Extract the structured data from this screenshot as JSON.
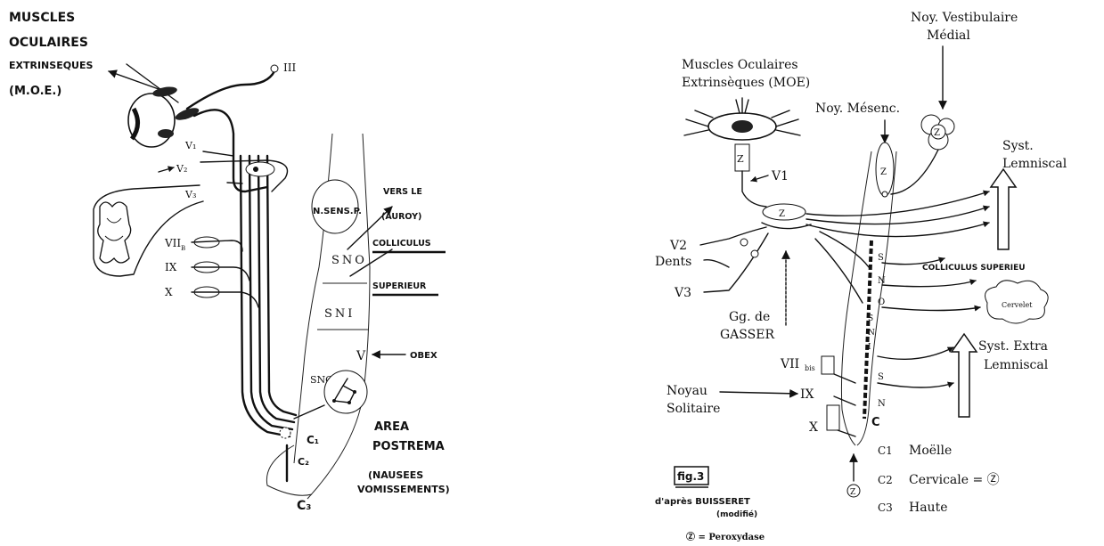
{
  "left_panel": {
    "title_line1": "MUSCLES",
    "title_line2": "OCULAIRES",
    "title_line3": "EXTRINSEQUES",
    "title_abbr": "(M.O.E.)",
    "nerve_III": "III",
    "nerve_V1": "V₁",
    "nerve_V2": "V₂",
    "nerve_V3": "V₃",
    "nerve_VIIbis": "VII",
    "nerve_VIIbis_sub": "B",
    "nerve_IX": "IX",
    "nerve_X": "X",
    "n_sens": "N.SENS.P.",
    "vers_le": "VERS LE",
    "auroy": "(AUROY)",
    "colliculus": "COLLICULUS",
    "superieur": "SUPERIEUR",
    "sno": "SNO",
    "sni": "SNI",
    "snc": "SNC",
    "v_label": "V",
    "obex": "OBEX",
    "area": "AREA",
    "postrema": "POSTREMA",
    "nausees": "(NAUSEES",
    "vomissements": "VOMISSEMENTS)",
    "c1": "C₁",
    "c2": "C₂",
    "c3": "C₃"
  },
  "right_panel": {
    "noy_vest_1": "Noy. Vestibulaire",
    "noy_vest_2": "Médial",
    "moe_1": "Muscles Oculaires",
    "moe_2": "Extrinsèques (MOE)",
    "noy_mesenc": "Noy. Mésenc.",
    "syst_lem_1": "Syst.",
    "syst_lem_2": "Lemniscal",
    "v1": "V1",
    "v2": "V2",
    "dents": "Dents",
    "v3": "V3",
    "gg_1": "Gg. de",
    "gg_2": "GASSER",
    "colliculus_sup": "COLLICULUS SUPERIEU",
    "cervelet": "Cervelet",
    "syst_extra_1": "Syst. Extra",
    "syst_extra_2": "Lemniscal",
    "vii_bis": "VII",
    "vii_bis_sub": "bis",
    "noyau_1": "Noyau",
    "noyau_2": "Solitaire",
    "ix": "IX",
    "x": "X",
    "c_letter": "C",
    "s1": "S",
    "n1": "N",
    "o1": "O",
    "s2": "S",
    "n2": "N",
    "i2": "I",
    "s3": "S",
    "n3": "N",
    "z": "Z",
    "c1_code": "C1",
    "c1_text": "Moëlle",
    "c2_code": "C2",
    "c2_text": "Cervicale = Ⓩ",
    "c3_code": "C3",
    "c3_text": "Haute",
    "fig": "fig.3",
    "apres": "d'après BUISSERET",
    "modifie": "(modifié)",
    "peroxydase": "Ⓩ = Peroxydase"
  }
}
